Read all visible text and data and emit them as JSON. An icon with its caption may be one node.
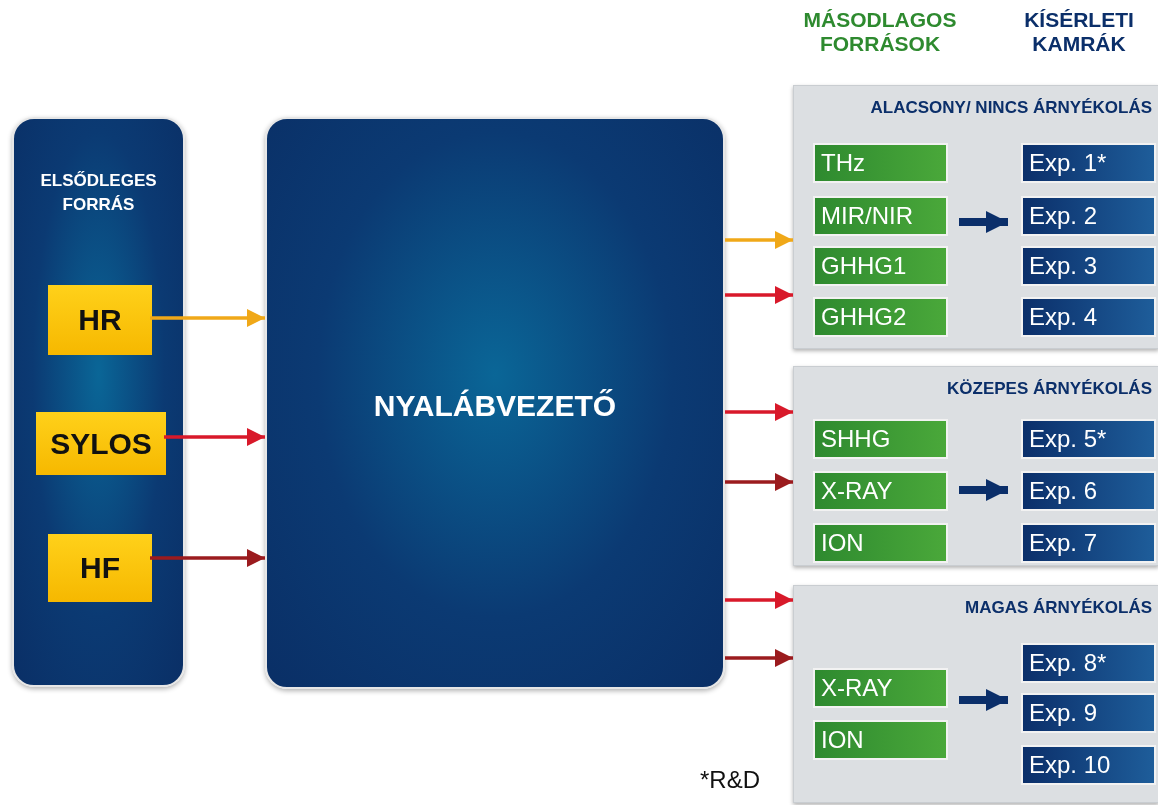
{
  "diagram": {
    "nodes": [
      {
        "text": [
          "ELSŐDLEGES FORRÁS"
        ]
      },
      {
        "text": [
          "HR"
        ],
        "in": 0
      },
      {
        "text": [
          "SYLOS"
        ],
        "in": 0
      },
      {
        "text": [
          "HF"
        ],
        "in": 0
      },
      {
        "text": [
          "NYALÁBVEZETŐ"
        ]
      },
      {
        "text": [
          "ALACSONY/ NINCS ÁRNYÉKOLÁS"
        ]
      },
      {
        "text": [
          "THz"
        ],
        "in": 5
      },
      {
        "text": [
          "MIR/NIR"
        ],
        "in": 5
      },
      {
        "text": [
          "GHHG1"
        ],
        "in": 5
      },
      {
        "text": [
          "GHHG2"
        ],
        "in": 5
      },
      {
        "text": [
          "Exp. 1*"
        ],
        "in": 5
      },
      {
        "text": [
          "Exp. 2"
        ],
        "in": 5
      },
      {
        "text": [
          "Exp. 3"
        ],
        "in": 5
      },
      {
        "text": [
          "Exp. 4"
        ],
        "in": 5
      },
      {
        "text": [
          "KÖZEPES ÁRNYÉKOLÁS"
        ]
      },
      {
        "text": [
          "SHHG"
        ],
        "in": 14
      },
      {
        "text": [
          "X-RAY"
        ],
        "in": 14
      },
      {
        "text": [
          "ION"
        ],
        "in": 14
      },
      {
        "text": [
          "Exp. 5*"
        ],
        "in": 14
      },
      {
        "text": [
          "Exp. 6"
        ],
        "in": 14
      },
      {
        "text": [
          "Exp. 7"
        ],
        "in": 14
      },
      {
        "text": [
          "MAGAS ÁRNYÉKOLÁS"
        ]
      },
      {
        "text": [
          "X-RAY"
        ],
        "in": 21
      },
      {
        "text": [
          "ION"
        ],
        "in": 21
      },
      {
        "text": [
          "Exp. 8*"
        ],
        "in": 21
      },
      {
        "text": [
          "Exp. 9"
        ],
        "in": 21
      },
      {
        "text": [
          "Exp. 10"
        ],
        "in": 21
      }
    ],
    "edges": [
      {
        "from": 1,
        "to": 4,
        "arrow": "to",
        "color": "#f0a818"
      },
      {
        "from": 2,
        "to": 4,
        "arrow": "to"
      },
      {
        "from": 3,
        "to": 4,
        "arrow": "to",
        "color": "#9b1b1e"
      },
      {
        "from": 4,
        "to": 5,
        "arrow": "to",
        "color": "#f0a818"
      },
      {
        "from": 4,
        "to": 5,
        "arrow": "to"
      },
      {
        "from": 4,
        "to": 14,
        "arrow": "to"
      },
      {
        "from": 4,
        "to": 14,
        "arrow": "to",
        "color": "#9b1b1e"
      },
      {
        "from": 4,
        "to": 21,
        "arrow": "to"
      },
      {
        "from": 4,
        "to": 21,
        "arrow": "to",
        "color": "#9b1b1e"
      },
      {
        "from": 7,
        "to": 11,
        "arrow": "to",
        "style": "thick",
        "color": "#0b2f6a"
      },
      {
        "from": 16,
        "to": 19,
        "arrow": "to",
        "style": "thick",
        "color": "#0b2f6a"
      },
      {
        "from": 22,
        "to": 25,
        "arrow": "to",
        "style": "thick",
        "color": "#0b2f6a"
      }
    ],
    "labels": [
      "MÁSODLAGOS FORRÁSOK",
      "KÍSÉRLETI KAMRÁK",
      "*R&D"
    ]
  }
}
